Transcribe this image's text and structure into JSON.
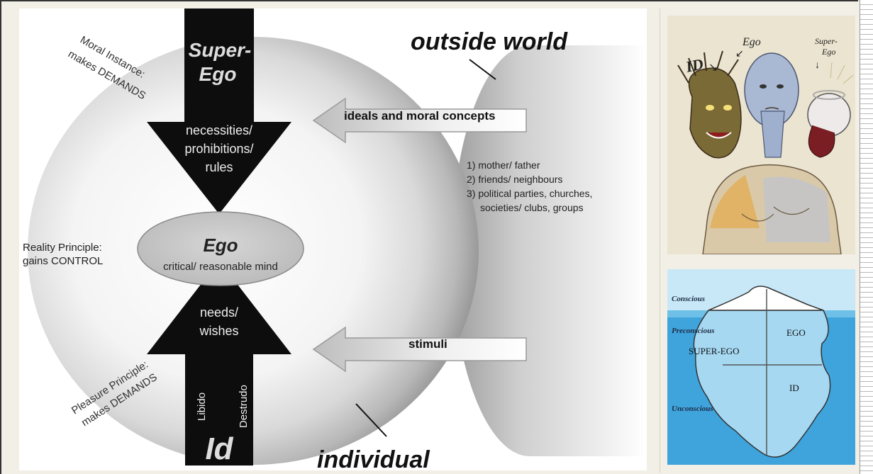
{
  "diagram": {
    "outside_world": "outside world",
    "individual": "individual",
    "super_ego_line1": "Super-",
    "super_ego_line2": "Ego",
    "necessities_line1": "necessities/",
    "necessities_line2": "prohibitions/",
    "necessities_line3": "rules",
    "ego_title": "Ego",
    "ego_subtitle": "critical/ reasonable mind",
    "needs_line1": "needs/",
    "needs_line2": "wishes",
    "id_label": "Id",
    "libido": "Libido",
    "destrudo": "Destrudo",
    "moral_line1": "Moral Instance:",
    "moral_line2": "makes DEMANDS",
    "reality_line1": "Reality Principle:",
    "reality_line2": "gains CONTROL",
    "pleasure_line1": "Pleasure Principle:",
    "pleasure_line2": "makes DEMANDS",
    "ideals": "ideals and moral concepts",
    "stimuli": "stimuli",
    "sources": [
      "1) mother/ father",
      "2) friends/ neighbours",
      "3) political parties, churches,",
      "societies/ clubs, groups"
    ]
  },
  "illustration": {
    "id_label": "ID",
    "ego_label": "Ego",
    "superego_line1": "Super-",
    "superego_line2": "Ego"
  },
  "iceberg": {
    "conscious": "Conscious",
    "preconscious": "Preconscious",
    "unconscious": "Unconscious",
    "ego": "EGO",
    "superego": "SUPER-EGO",
    "id": "ID"
  },
  "colors": {
    "background": "#f1efe6",
    "arrow_black": "#0d0d0d",
    "water_blue": "#3fa4dc",
    "sky_blue": "#bfe4f5"
  }
}
